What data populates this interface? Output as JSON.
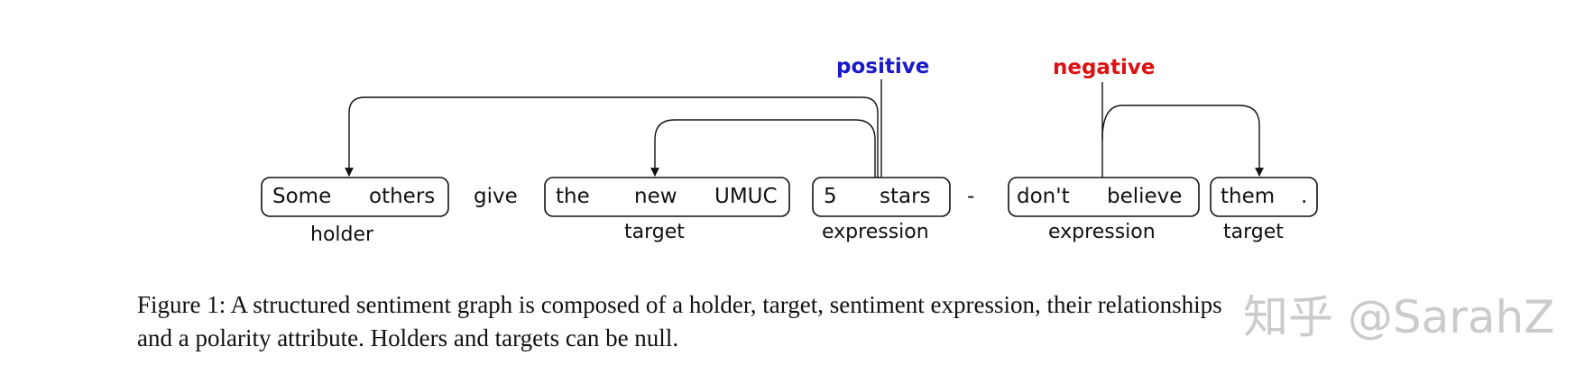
{
  "tokens": {
    "t0": "Some",
    "t1": "others",
    "t2": "give",
    "t3": "the",
    "t4": "new",
    "t5": "UMUC",
    "t6": "5",
    "t7": "stars",
    "t8": "-",
    "t9": "don't",
    "t10": "believe",
    "t11": "them",
    "t12": "."
  },
  "roles": {
    "holder": "holder",
    "target1": "target",
    "expression1": "expression",
    "expression2": "expression",
    "target2": "target"
  },
  "polarity": {
    "positive": "positive",
    "negative": "negative"
  },
  "colors": {
    "positive": "#1a1acc",
    "negative": "#dd1111"
  },
  "caption": {
    "line1": "Figure 1: A structured sentiment graph is composed of a holder, target, sentiment expression, their relationships",
    "line2": "and a polarity attribute. Holders and targets can be null."
  },
  "watermark": "知乎 @SarahZ"
}
